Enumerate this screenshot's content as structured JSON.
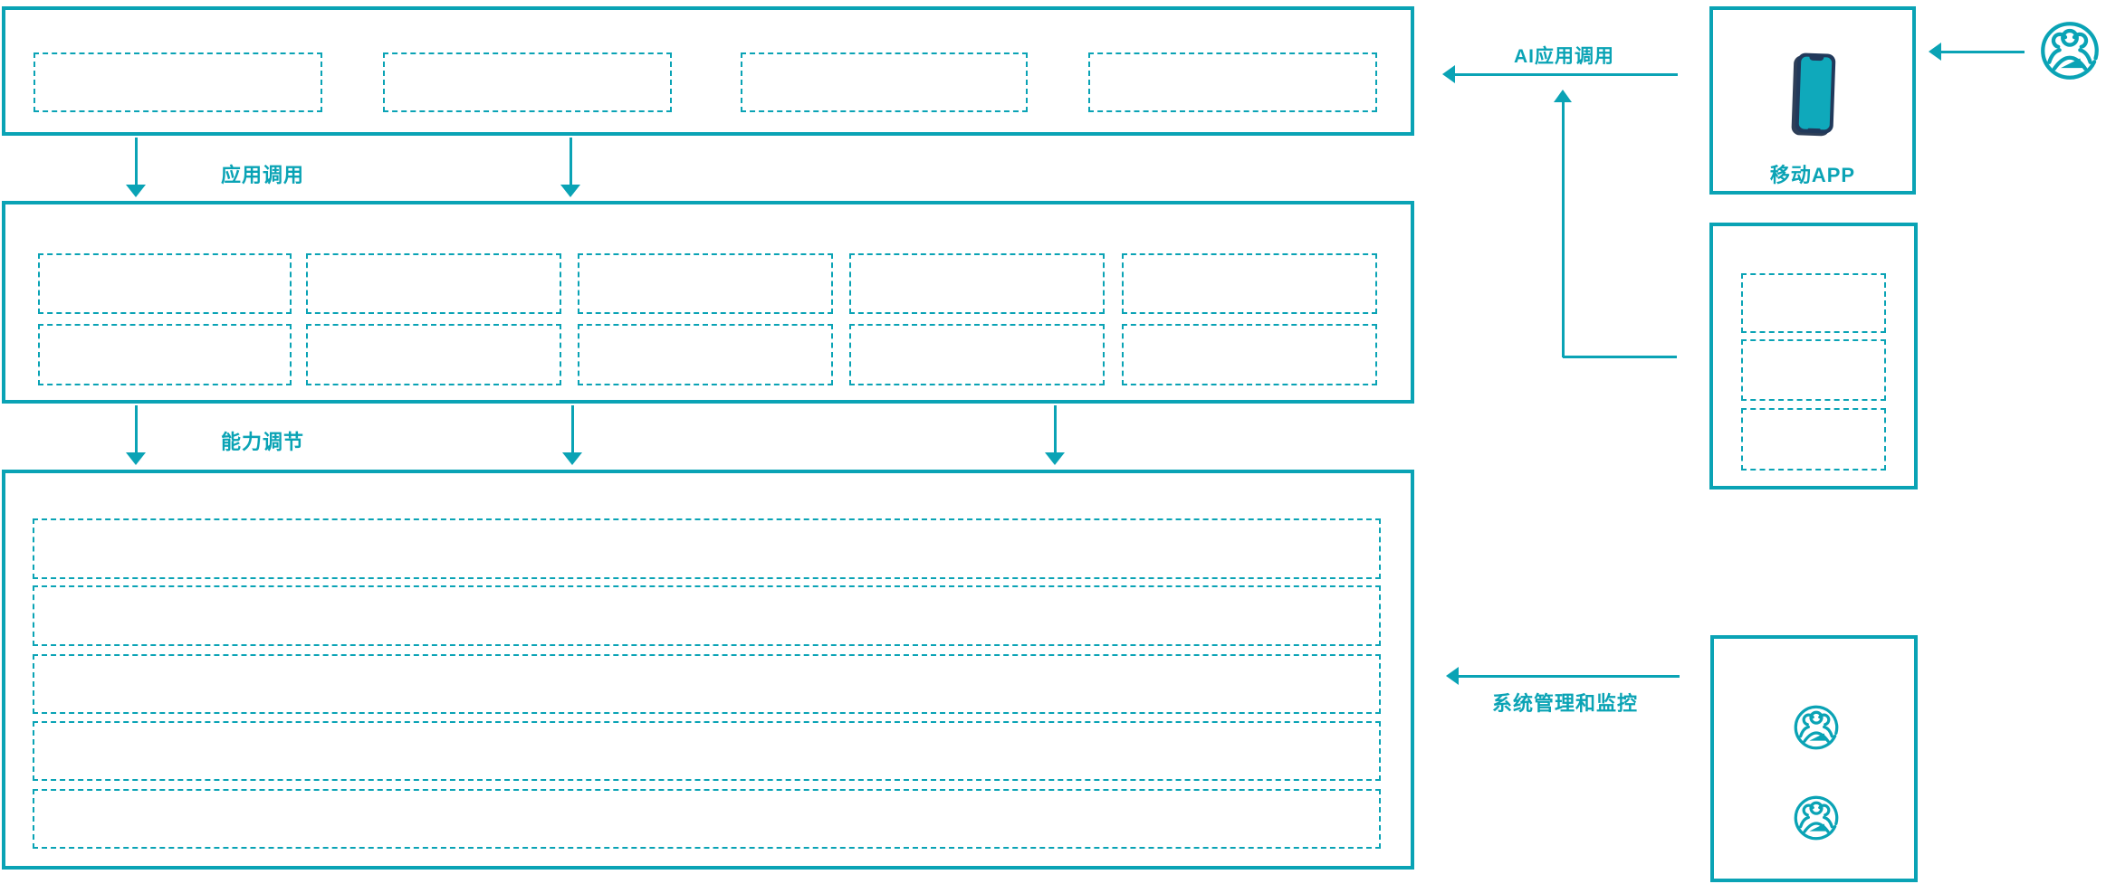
{
  "colors": {
    "accent": "#0aa3b5",
    "phone_body": "#21395b",
    "phone_screen": "#0fa9bb",
    "background": "#ffffff"
  },
  "labels": {
    "app_call": "应用调用",
    "capability_adjust": "能力调节",
    "ai_app_call": "AI应用调用",
    "system_management": "系统管理和监控",
    "mobile_app": "移动APP"
  },
  "structure": {
    "top_band_placeholder_boxes": 4,
    "middle_band_placeholder_rows": 2,
    "middle_band_placeholder_cols": 5,
    "bottom_band_placeholder_rows": 5,
    "right_middle_box_placeholder_boxes": 3,
    "bottom_right_box_user_icons": 2
  },
  "icons": {
    "mobile_phone_icon": "smartphone",
    "users_icon": "group-of-people-in-circle"
  }
}
